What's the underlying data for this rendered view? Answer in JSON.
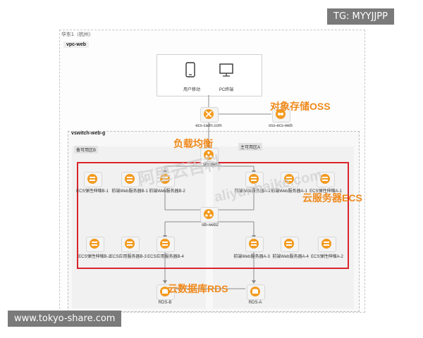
{
  "region_label": "华东1（杭州）",
  "vpc_label": "vpc-web",
  "vswitch_label": "vswitch-web-g",
  "zones": {
    "b": "备可用区B",
    "a": "主可用区A"
  },
  "clients": {
    "mobile": "用户移动",
    "pc": "PC终端"
  },
  "nodes": {
    "cdn": "ecs-cadn.com",
    "oss": "oss-ecs-web",
    "slb1": "slb-web1",
    "slb2": "slb-web2",
    "ecs_b1": "ECS弹性伸缩B-1",
    "web_b1": "前端Web服务器B-1",
    "web_b2": "前端Web服务器B-2",
    "web_a2": "前端Web服务器A-2",
    "web_a1": "前端Web服务器A-1",
    "ecs_a1": "ECS弹性伸缩A-1",
    "ecs_b2": "ECS弹性伸缩B-2",
    "app_b3": "ECS应用服务器B-3",
    "app_b4": "ECS应用服务器B-4",
    "web_a3": "前端Web服务器A-3",
    "web_a4": "前端Web服务器A-4",
    "ecs_a2": "ECS弹性伸缩A-2",
    "rds_b": "RDS-B",
    "rds_a": "RDS-A"
  },
  "annotations": {
    "oss": "对象存储OSS",
    "slb": "负载均衡",
    "ecs": "云服务器ECS",
    "rds": "云数据库RDS"
  },
  "watermarks": {
    "cn": "阿里云百科",
    "en": "aliyunbaike.com"
  },
  "overlays": {
    "top_tag": "TG: MYYJJPP",
    "bottom_tag": "www.tokyo-share.com"
  },
  "colors": {
    "accent": "#f08a1c",
    "highlight": "#d9252c",
    "tag_bg": "#7a7a7a"
  }
}
